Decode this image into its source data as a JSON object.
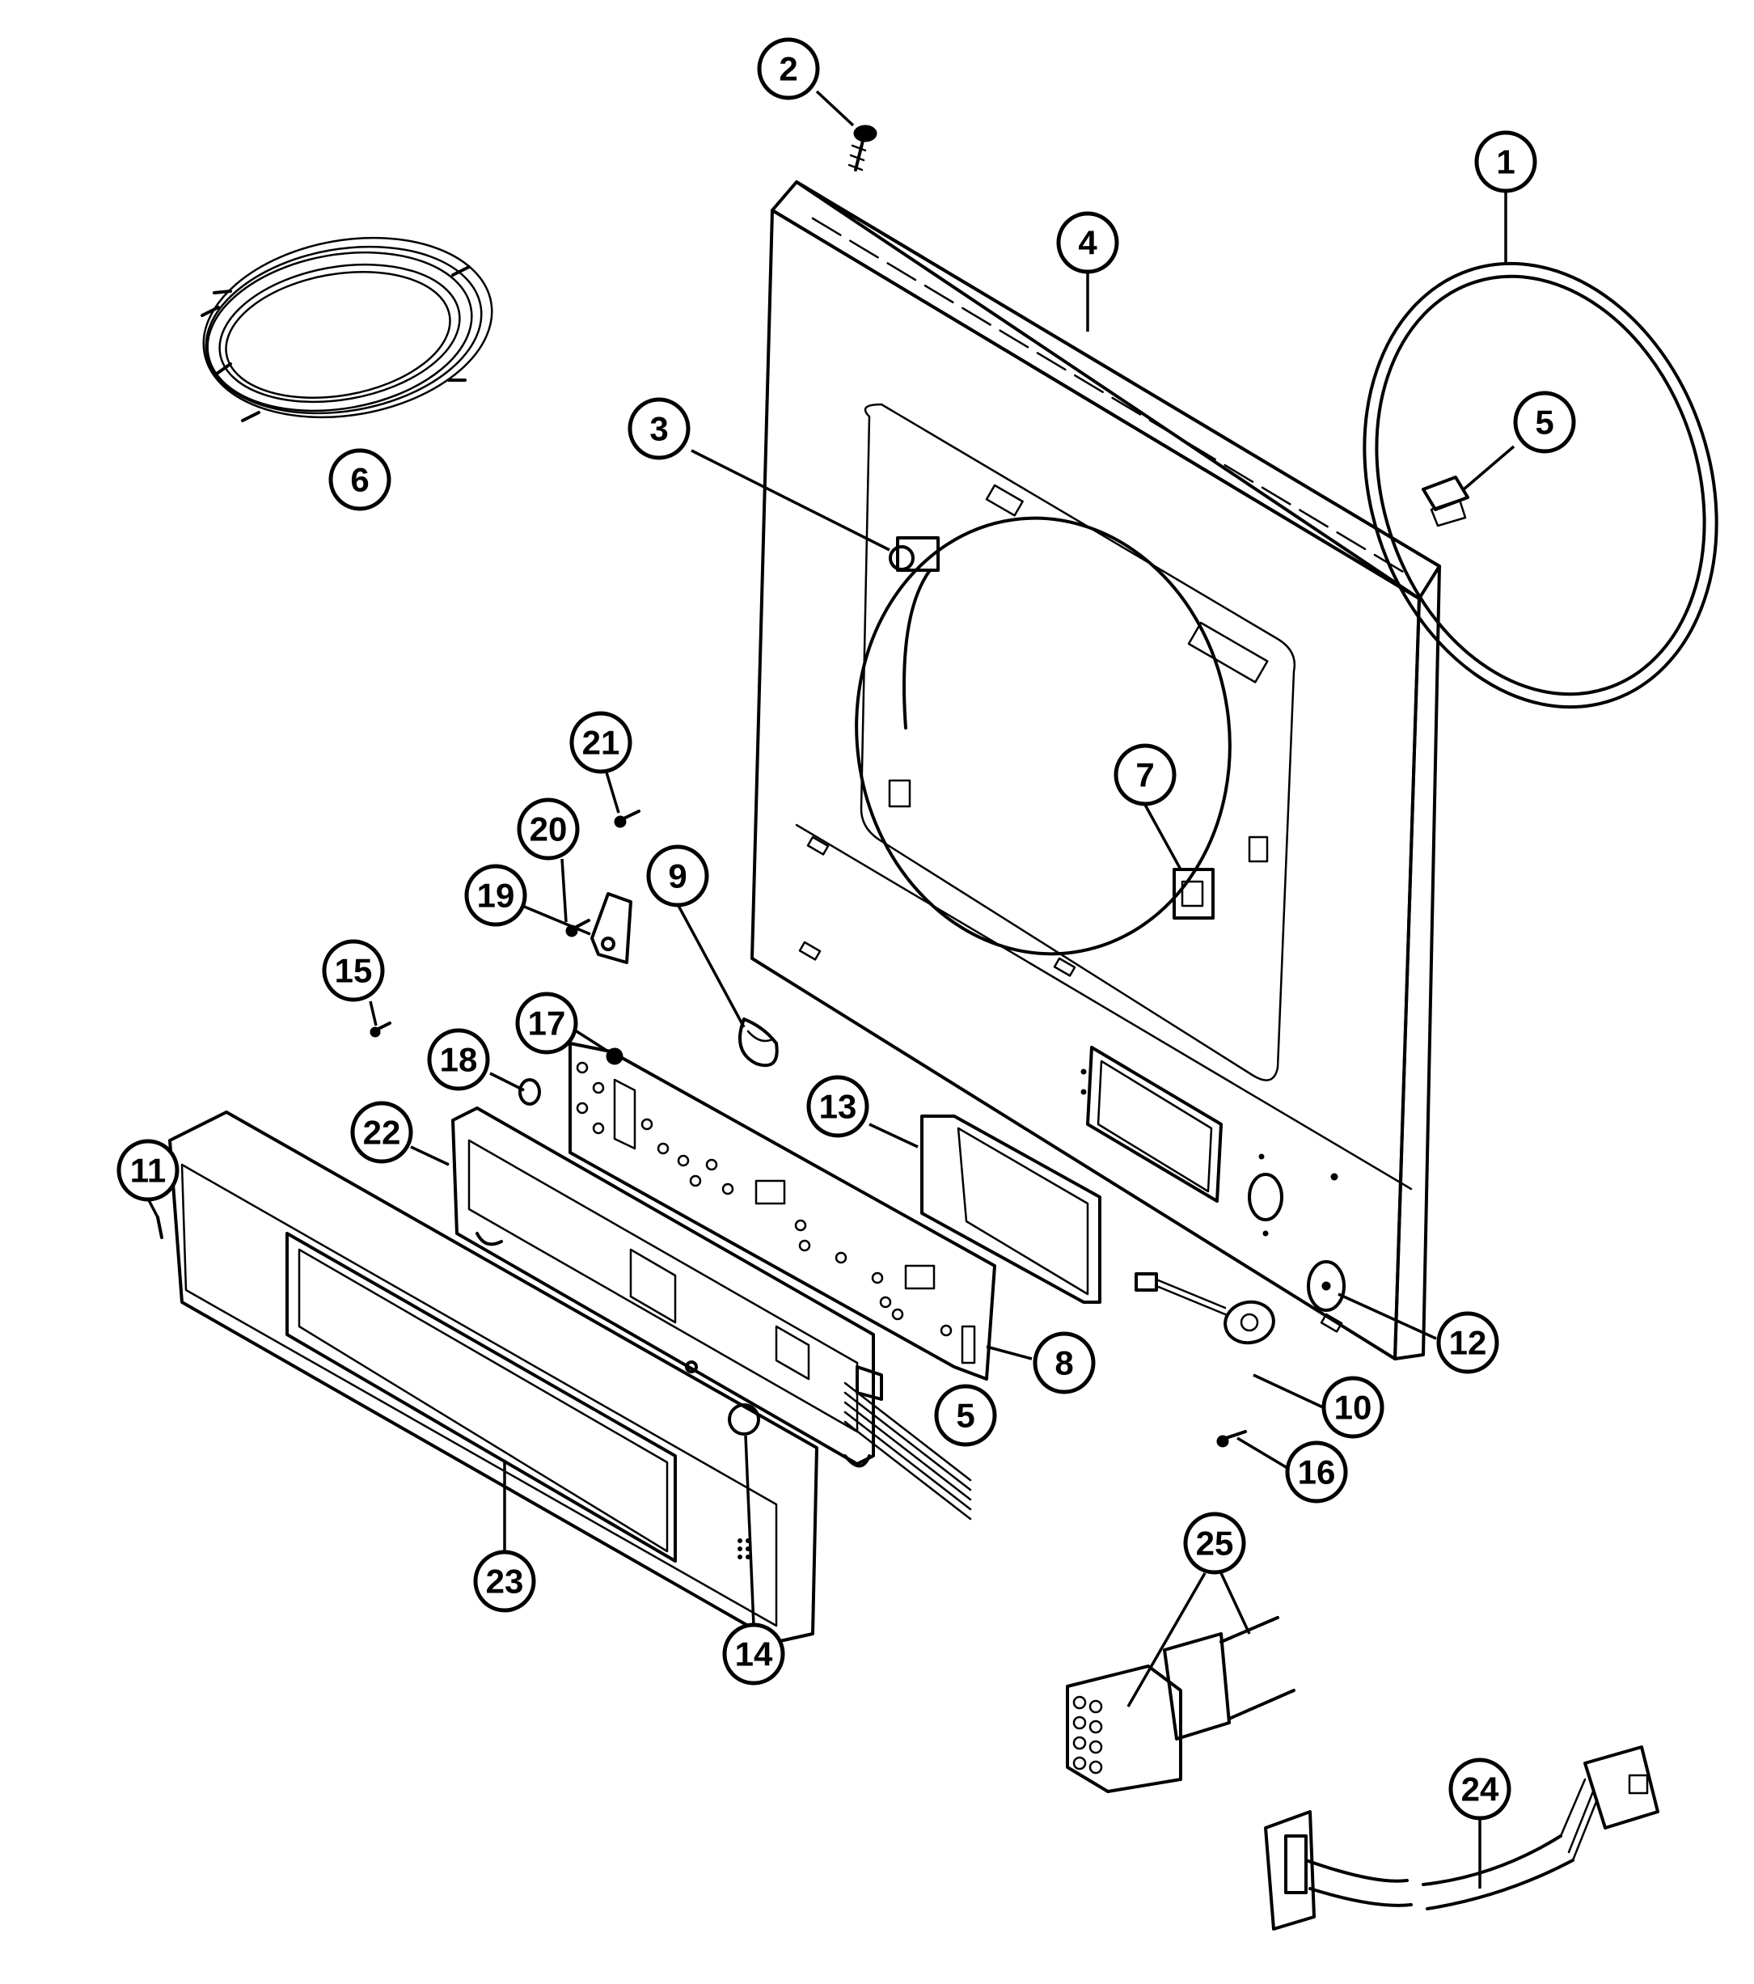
{
  "callouts": [
    {
      "id": "c1",
      "label": "1"
    },
    {
      "id": "c2",
      "label": "2"
    },
    {
      "id": "c3",
      "label": "3"
    },
    {
      "id": "c4",
      "label": "4"
    },
    {
      "id": "c5a",
      "label": "5"
    },
    {
      "id": "c5b",
      "label": "5"
    },
    {
      "id": "c6",
      "label": "6"
    },
    {
      "id": "c7",
      "label": "7"
    },
    {
      "id": "c8",
      "label": "8"
    },
    {
      "id": "c9",
      "label": "9"
    },
    {
      "id": "c10",
      "label": "10"
    },
    {
      "id": "c11",
      "label": "11"
    },
    {
      "id": "c12",
      "label": "12"
    },
    {
      "id": "c13",
      "label": "13"
    },
    {
      "id": "c14",
      "label": "14"
    },
    {
      "id": "c15",
      "label": "15"
    },
    {
      "id": "c16",
      "label": "16"
    },
    {
      "id": "c17",
      "label": "17"
    },
    {
      "id": "c18",
      "label": "18"
    },
    {
      "id": "c19",
      "label": "19"
    },
    {
      "id": "c20",
      "label": "20"
    },
    {
      "id": "c21",
      "label": "21"
    },
    {
      "id": "c22",
      "label": "22"
    },
    {
      "id": "c23",
      "label": "23"
    },
    {
      "id": "c24",
      "label": "24"
    },
    {
      "id": "c25",
      "label": "25"
    }
  ]
}
